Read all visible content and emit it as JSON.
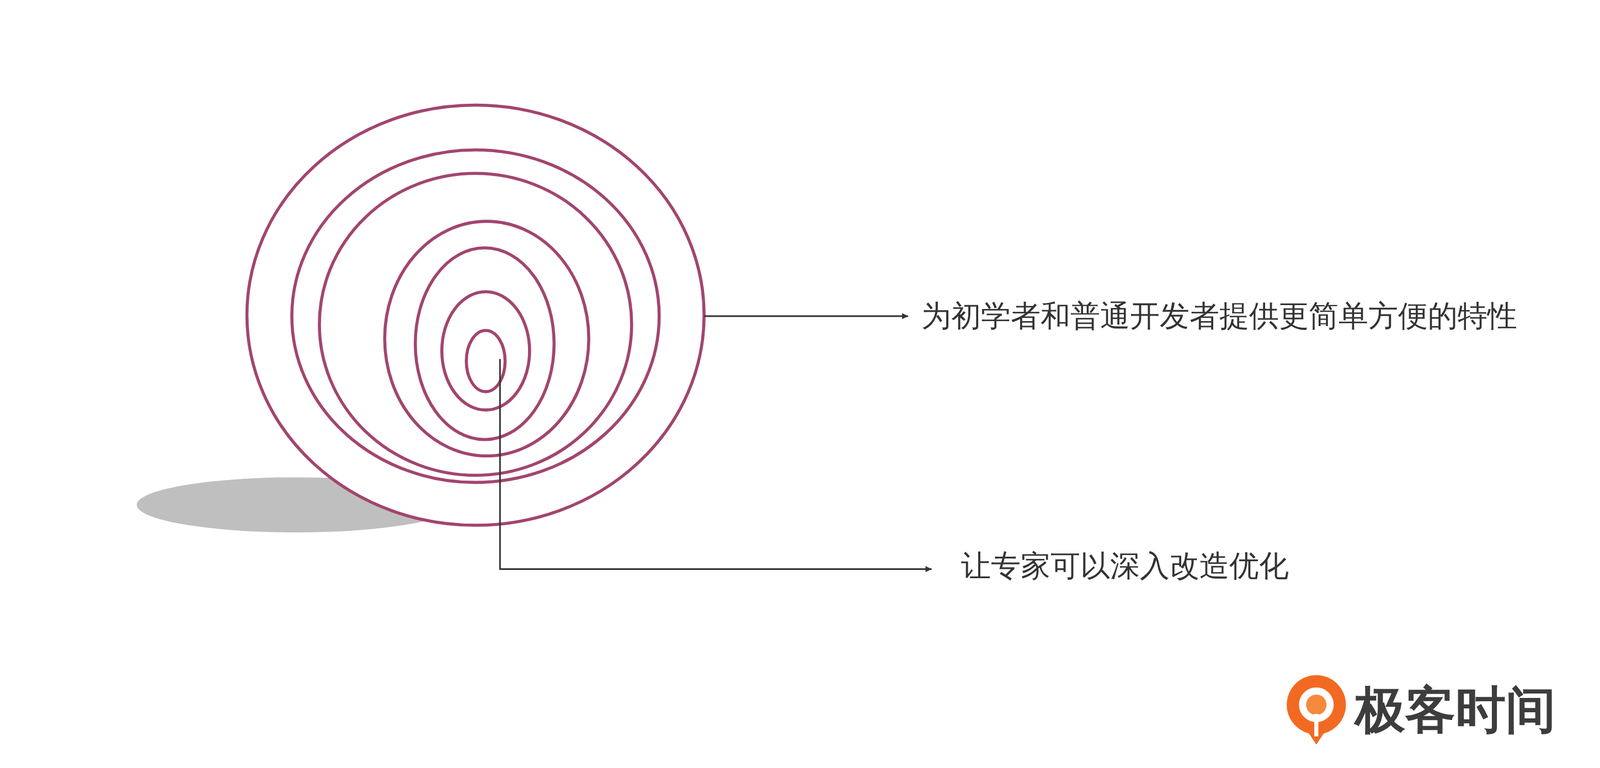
{
  "diagram": {
    "labels": [
      "为初学者和普通开发者提供更简单方便的特性",
      "让专家可以深入改造优化",
      "极客时间"
    ]
  }
}
